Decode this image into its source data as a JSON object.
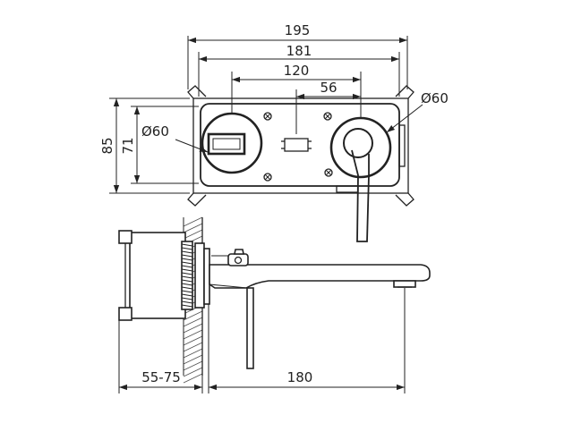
{
  "dimensions": {
    "overall_width": "195",
    "plate_width": "181",
    "hole_spacing": "120",
    "offset": "56",
    "right_diameter": "Ø60",
    "left_diameter": "Ø60",
    "overall_height": "85",
    "plate_height": "71",
    "wall_depth": "55-75",
    "spout_length": "180"
  }
}
